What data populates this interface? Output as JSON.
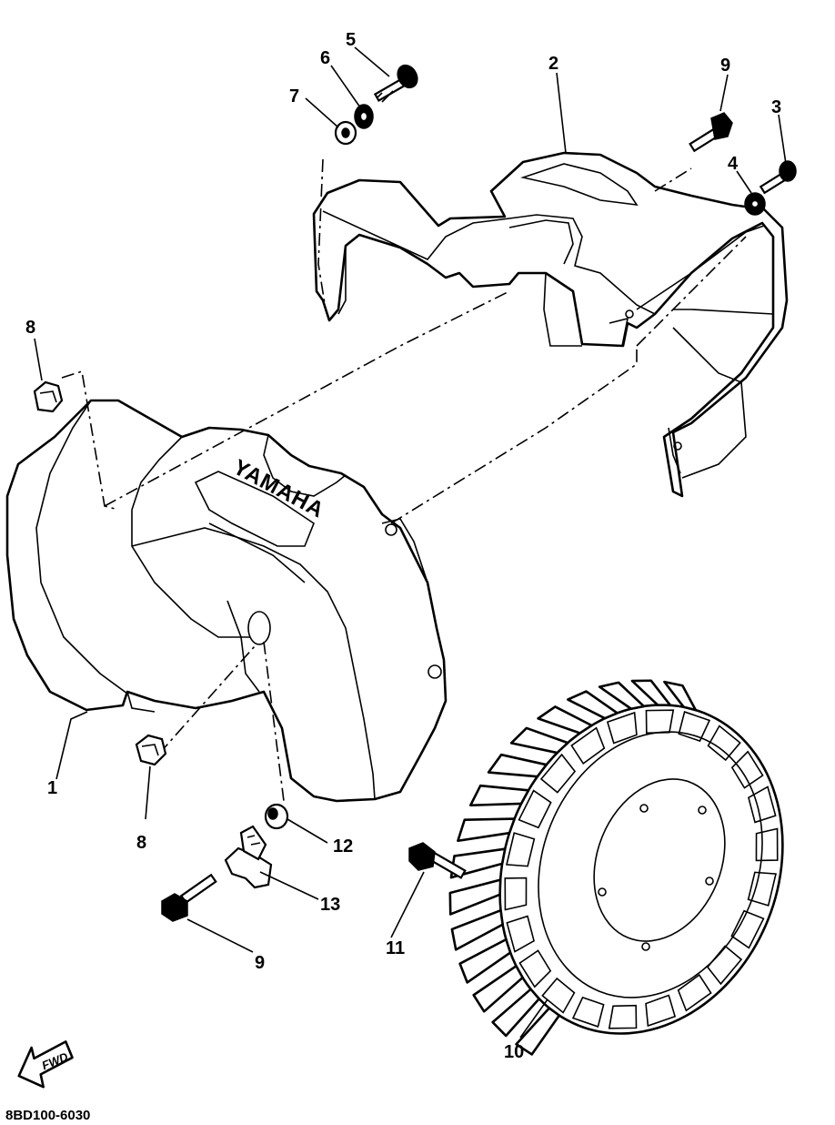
{
  "diagram": {
    "brand_mark": "YAMAHA",
    "direction_mark": "FWD",
    "drawing_code": "8BD100-6030",
    "callouts": {
      "c1": "1",
      "c2": "2",
      "c3": "3",
      "c4": "4",
      "c5": "5",
      "c6": "6",
      "c7": "7",
      "c8_top": "8",
      "c8_bottom": "8",
      "c9_top": "9",
      "c9_bottom": "9",
      "c10": "10",
      "c11": "11",
      "c12": "12",
      "c13": "13"
    }
  }
}
